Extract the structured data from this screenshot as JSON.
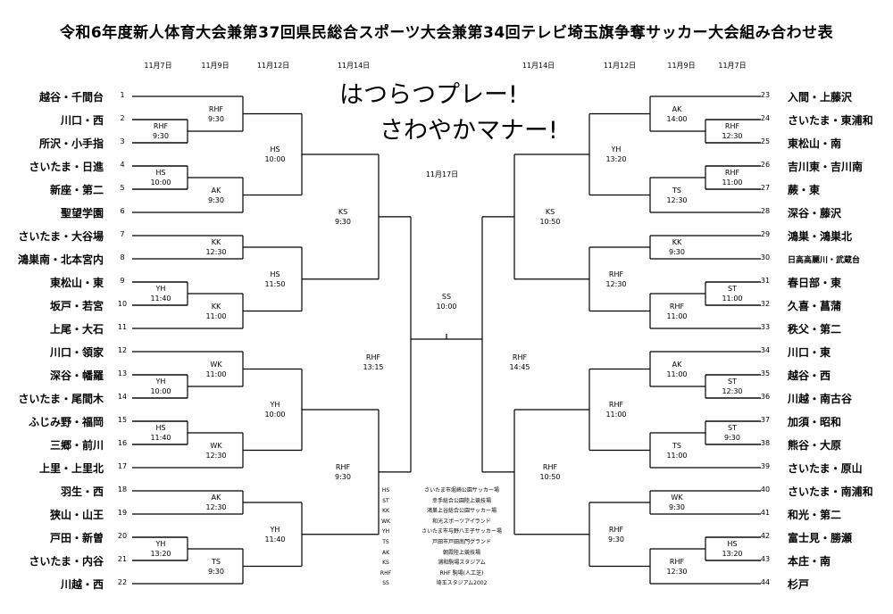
{
  "title": "令和6年度新人体育大会兼第37回県民総合スポーツ大会兼第34回テレビ埼玉旗争奪サッカー大会組み合わせ表",
  "slogan": {
    "line1": "はつらつプレー!",
    "line2": "さわやかマナー!"
  },
  "round_dates": {
    "left": [
      "11月7日",
      "11月9日",
      "11月12日",
      "11月14日"
    ],
    "right": [
      "11月14日",
      "11月12日",
      "11月9日",
      "11月7日"
    ],
    "final": "11月17日"
  },
  "left_teams": [
    {
      "num": "1",
      "name": "越谷・千間台"
    },
    {
      "num": "2",
      "name": "川口・西"
    },
    {
      "num": "3",
      "name": "所沢・小手指"
    },
    {
      "num": "4",
      "name": "さいたま・日進"
    },
    {
      "num": "5",
      "name": "新座・第二"
    },
    {
      "num": "6",
      "name": "聖望学園"
    },
    {
      "num": "7",
      "name": "さいたま・大谷場"
    },
    {
      "num": "8",
      "name": "鴻巣南・北本宮内"
    },
    {
      "num": "9",
      "name": "東松山・東"
    },
    {
      "num": "10",
      "name": "坂戸・若宮"
    },
    {
      "num": "11",
      "name": "上尾・大石"
    },
    {
      "num": "12",
      "name": "川口・領家"
    },
    {
      "num": "13",
      "name": "深谷・幡羅"
    },
    {
      "num": "14",
      "name": "さいたま・尾間木"
    },
    {
      "num": "15",
      "name": "ふじみ野・福岡"
    },
    {
      "num": "16",
      "name": "三郷・前川"
    },
    {
      "num": "17",
      "name": "上里・上里北"
    },
    {
      "num": "18",
      "name": "羽生・西"
    },
    {
      "num": "19",
      "name": "狭山・山王"
    },
    {
      "num": "20",
      "name": "戸田・新曽"
    },
    {
      "num": "21",
      "name": "さいたま・内谷"
    },
    {
      "num": "22",
      "name": "川越・西"
    }
  ],
  "right_teams": [
    {
      "num": "23",
      "name": "入間・上藤沢"
    },
    {
      "num": "24",
      "name": "さいたま・東浦和"
    },
    {
      "num": "25",
      "name": "東松山・南"
    },
    {
      "num": "26",
      "name": "吉川東・吉川南"
    },
    {
      "num": "27",
      "name": "蕨・東"
    },
    {
      "num": "28",
      "name": "深谷・藤沢"
    },
    {
      "num": "29",
      "name": "鴻巣・鴻巣北"
    },
    {
      "num": "30",
      "name": "日高高麗川・武蔵台"
    },
    {
      "num": "31",
      "name": "春日部・東"
    },
    {
      "num": "32",
      "name": "久喜・菖蒲"
    },
    {
      "num": "33",
      "name": "秩父・第二"
    },
    {
      "num": "34",
      "name": "川口・東"
    },
    {
      "num": "35",
      "name": "越谷・西"
    },
    {
      "num": "36",
      "name": "川越・南古谷"
    },
    {
      "num": "37",
      "name": "加須・昭和"
    },
    {
      "num": "38",
      "name": "熊谷・大原"
    },
    {
      "num": "39",
      "name": "さいたま・原山"
    },
    {
      "num": "40",
      "name": "さいたま・南浦和"
    },
    {
      "num": "41",
      "name": "和光・第二"
    },
    {
      "num": "42",
      "name": "富士見・勝瀬"
    },
    {
      "num": "43",
      "name": "本庄・南"
    },
    {
      "num": "44",
      "name": "杉戸"
    }
  ],
  "left_matches": {
    "r1": [
      {
        "venue": "RHF",
        "time": "9:30"
      },
      {
        "venue": "HS",
        "time": "10:00"
      },
      {
        "venue": "YH",
        "time": "11:40"
      },
      {
        "venue": "YH",
        "time": "10:00"
      },
      {
        "venue": "HS",
        "time": "11:40"
      },
      {
        "venue": "YH",
        "time": "13:20"
      }
    ],
    "r2": [
      {
        "venue": "RHF",
        "time": "9:30"
      },
      {
        "venue": "AK",
        "time": "9:30"
      },
      {
        "venue": "KK",
        "time": "12:30"
      },
      {
        "venue": "KK",
        "time": "11:00"
      },
      {
        "venue": "WK",
        "time": "11:00"
      },
      {
        "venue": "WK",
        "time": "12:30"
      },
      {
        "venue": "AK",
        "time": "12:30"
      },
      {
        "venue": "TS",
        "time": "9:30"
      }
    ],
    "r3": [
      {
        "venue": "HS",
        "time": "10:00"
      },
      {
        "venue": "HS",
        "time": "11:50"
      },
      {
        "venue": "YH",
        "time": "10:00"
      },
      {
        "venue": "YH",
        "time": "11:40"
      }
    ],
    "r4": [
      {
        "venue": "KS",
        "time": "9:30"
      },
      {
        "venue": "RHF",
        "time": "9:30"
      }
    ],
    "sf": {
      "venue": "RHF",
      "time": "13:15"
    }
  },
  "right_matches": {
    "r1": [
      {
        "venue": "RHF",
        "time": "12:30"
      },
      {
        "venue": "RHF",
        "time": "11:00"
      },
      {
        "venue": "ST",
        "time": "11:00"
      },
      {
        "venue": "ST",
        "time": "12:30"
      },
      {
        "venue": "ST",
        "time": "9:30"
      },
      {
        "venue": "HS",
        "time": "13:20"
      }
    ],
    "r2": [
      {
        "venue": "AK",
        "time": "14:00"
      },
      {
        "venue": "TS",
        "time": "12:30"
      },
      {
        "venue": "KK",
        "time": "9:30"
      },
      {
        "venue": "RHF",
        "time": "11:00"
      },
      {
        "venue": "AK",
        "time": "11:00"
      },
      {
        "venue": "TS",
        "time": "11:00"
      },
      {
        "venue": "WK",
        "time": "9:30"
      },
      {
        "venue": "RHF",
        "time": "12:30"
      }
    ],
    "r3": [
      {
        "venue": "YH",
        "time": "13:20"
      },
      {
        "venue": "RHF",
        "time": "12:30"
      },
      {
        "venue": "RHF",
        "time": "11:00"
      },
      {
        "venue": "RHF",
        "time": "9:30"
      }
    ],
    "r4": [
      {
        "venue": "KS",
        "time": "10:50"
      },
      {
        "venue": "RHF",
        "time": "10:50"
      }
    ],
    "sf": {
      "venue": "RHF",
      "time": "14:45"
    }
  },
  "final": {
    "venue": "SS",
    "time": "10:00"
  },
  "legend": [
    {
      "code": "HS",
      "name": "さいたま市堀崎公園サッカー場"
    },
    {
      "code": "ST",
      "name": "幸手総合公園陸上競技場"
    },
    {
      "code": "KK",
      "name": "鴻巣上谷総合公園サッカー場"
    },
    {
      "code": "WK",
      "name": "和光スポーツアイランド"
    },
    {
      "code": "YH",
      "name": "さいたま市与野八王子サッカー場"
    },
    {
      "code": "TS",
      "name": "戸田市戸田南門グランド"
    },
    {
      "code": "AK",
      "name": "朝霞陸上競技場"
    },
    {
      "code": "KS",
      "name": "浦和駒場スタジアム"
    },
    {
      "code": "RHF",
      "name": "RHF 駒場(人工芝)"
    },
    {
      "code": "SS",
      "name": "埼玉スタジアム2002"
    }
  ]
}
